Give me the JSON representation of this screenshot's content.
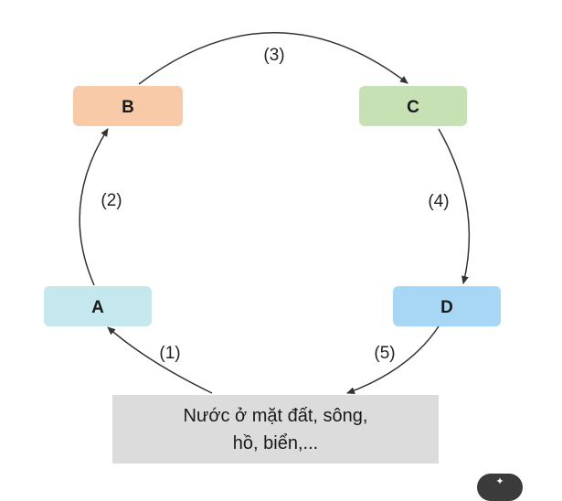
{
  "nodes": {
    "a": {
      "label": "A",
      "color": "#c5e8ee"
    },
    "b": {
      "label": "B",
      "color": "#f8caa8"
    },
    "c": {
      "label": "C",
      "color": "#c6e2b5"
    },
    "d": {
      "label": "D",
      "color": "#a8d7f6"
    }
  },
  "edges": {
    "e1": "(1)",
    "e2": "(2)",
    "e3": "(3)",
    "e4": "(4)",
    "e5": "(5)"
  },
  "source": {
    "line1": "Nước ở mặt đất, sông,",
    "line2": "hồ, biển,..."
  },
  "badge_icon": "sparkle-icon"
}
